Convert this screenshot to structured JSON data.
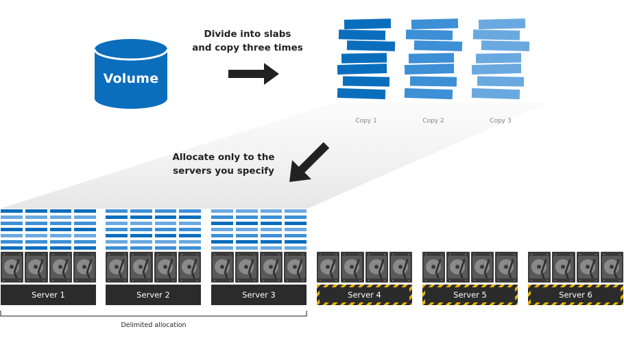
{
  "volume": {
    "label": "Volume"
  },
  "step1": {
    "caption": "Divide into slabs\nand copy three times"
  },
  "copies": [
    {
      "label": "Copy 1",
      "color": "#0a6ebd"
    },
    {
      "label": "Copy 2",
      "color": "#3d8fd6"
    },
    {
      "label": "Copy 3",
      "color": "#6aa9e0"
    }
  ],
  "step2": {
    "caption": "Allocate only to the\nservers you specify"
  },
  "servers": [
    {
      "label": "Server 1",
      "allocated": true
    },
    {
      "label": "Server 2",
      "allocated": true
    },
    {
      "label": "Server 3",
      "allocated": true
    },
    {
      "label": "Server 4",
      "allocated": false
    },
    {
      "label": "Server 5",
      "allocated": false
    },
    {
      "label": "Server 6",
      "allocated": false
    }
  ],
  "allocation": {
    "label": "Delimited allocation"
  },
  "colors": {
    "slab_dark": "#0a6ebd",
    "slab_mid": "#3d8fd6",
    "slab_light": "#6aa9e0",
    "server_bar": "#2b2b2b",
    "hazard_stripe": "#e6b400",
    "drive": "#3a3a3a"
  }
}
